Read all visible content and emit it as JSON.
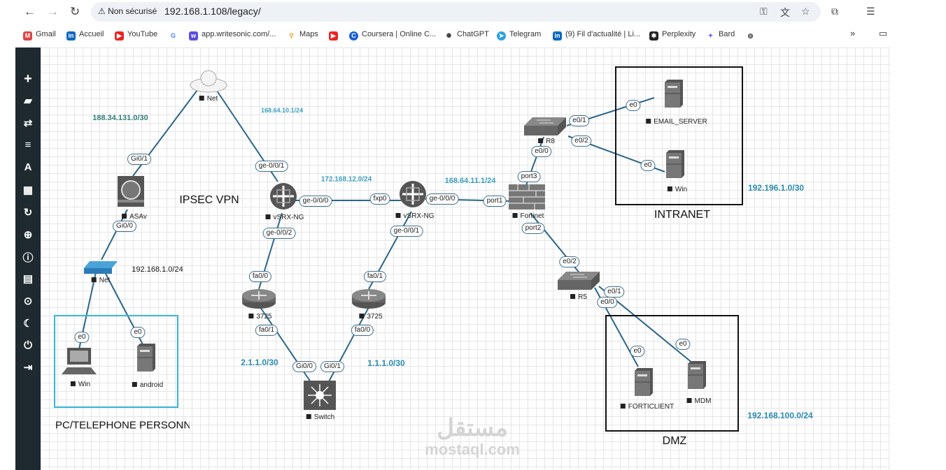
{
  "browser": {
    "security_label": "Non sécurisé",
    "url": "192.168.1.108/legacy/",
    "bookmarks": [
      "Gmail",
      "Accueil",
      "YouTube",
      "app.writesonic.com/...",
      "Maps",
      "Coursera | Online C...",
      "ChatGPT",
      "Telegram",
      "(9) Fil d'actualité | Li...",
      "Perplexity",
      "Bard"
    ]
  },
  "sidebar": {
    "icons": [
      "add-node-icon",
      "network-icon",
      "connect-icon",
      "align-icon",
      "text-icon",
      "grid-icon",
      "refresh-icon",
      "zoom-icon",
      "info-icon",
      "list-icon",
      "check-icon",
      "dark-mode-icon",
      "power-icon",
      "logout-icon"
    ]
  },
  "nodes": {
    "cloud": "Net",
    "asav": "ASAv",
    "hub": "Net",
    "pc_win": "Win",
    "android": "android",
    "vsrx1": "vSRX-NG",
    "vsrx2": "vSRX-NG",
    "fortinet": "Fortinet",
    "r8": "R8",
    "email": "EMAIL_SERVER",
    "win_intranet": "Win",
    "r5": "R5",
    "forticlient": "FORTICLIENT",
    "mdm": "MDM",
    "r3725a": "3725",
    "r3725b": "3725",
    "switch": "Switch"
  },
  "interfaces": {
    "asav_gi01": "Gi0/1",
    "asav_gi00": "Gi0/0",
    "pc_e0": "e0",
    "android_e0": "e0",
    "v1_ge001": "ge-0/0/1",
    "v1_ge000": "ge-0/0/0",
    "v1_ge002": "ge-0/0/2",
    "v2_fxp0": "fxp0",
    "v2_ge000": "ge-0/0/0",
    "v2_ge001": "ge-0/0/1",
    "ft_port1": "port1",
    "ft_port3": "port3",
    "ft_port2": "port2",
    "r8_e00": "e0/0",
    "r8_e01": "e0/1",
    "r8_e02": "e0/2",
    "email_e0": "e0",
    "win_e0": "e0",
    "r5_e02": "e0/2",
    "r5_e01": "e0/1",
    "r5_e00": "e0/0",
    "fc_e0": "e0",
    "mdm_e0": "e0",
    "ra_fa00": "fa0/0",
    "ra_fa01": "fa0/1",
    "rb_fa01": "fa0/1",
    "rb_fa00": "fa0/0",
    "sw_gi00": "Gi0/0",
    "sw_gi01": "Gi0/1"
  },
  "networks": {
    "n1": "188.34.131.0/30",
    "n2": "168.64.10.1/24",
    "n3": "172.168.12.0/24",
    "n4": "168.64.11.1/24",
    "n5": "192.168.1.0/24",
    "n6": "192.196.1.0/30",
    "n7": "192.168.100.0/24",
    "n8": "2.1.1.0/30",
    "n9": "1.1.1.0/30"
  },
  "labels": {
    "vpn": "IPSEC VPN",
    "intranet": "INTRANET",
    "dmz": "DMZ",
    "personal": "PC/TELEPHONE PERSONNE"
  },
  "watermark": {
    "arabic": "مستقل",
    "latin": "mostaql.com"
  },
  "colors": {
    "link": "#2b6688",
    "sidebar": "#1e2930",
    "personal_box": "#38b6d6"
  }
}
